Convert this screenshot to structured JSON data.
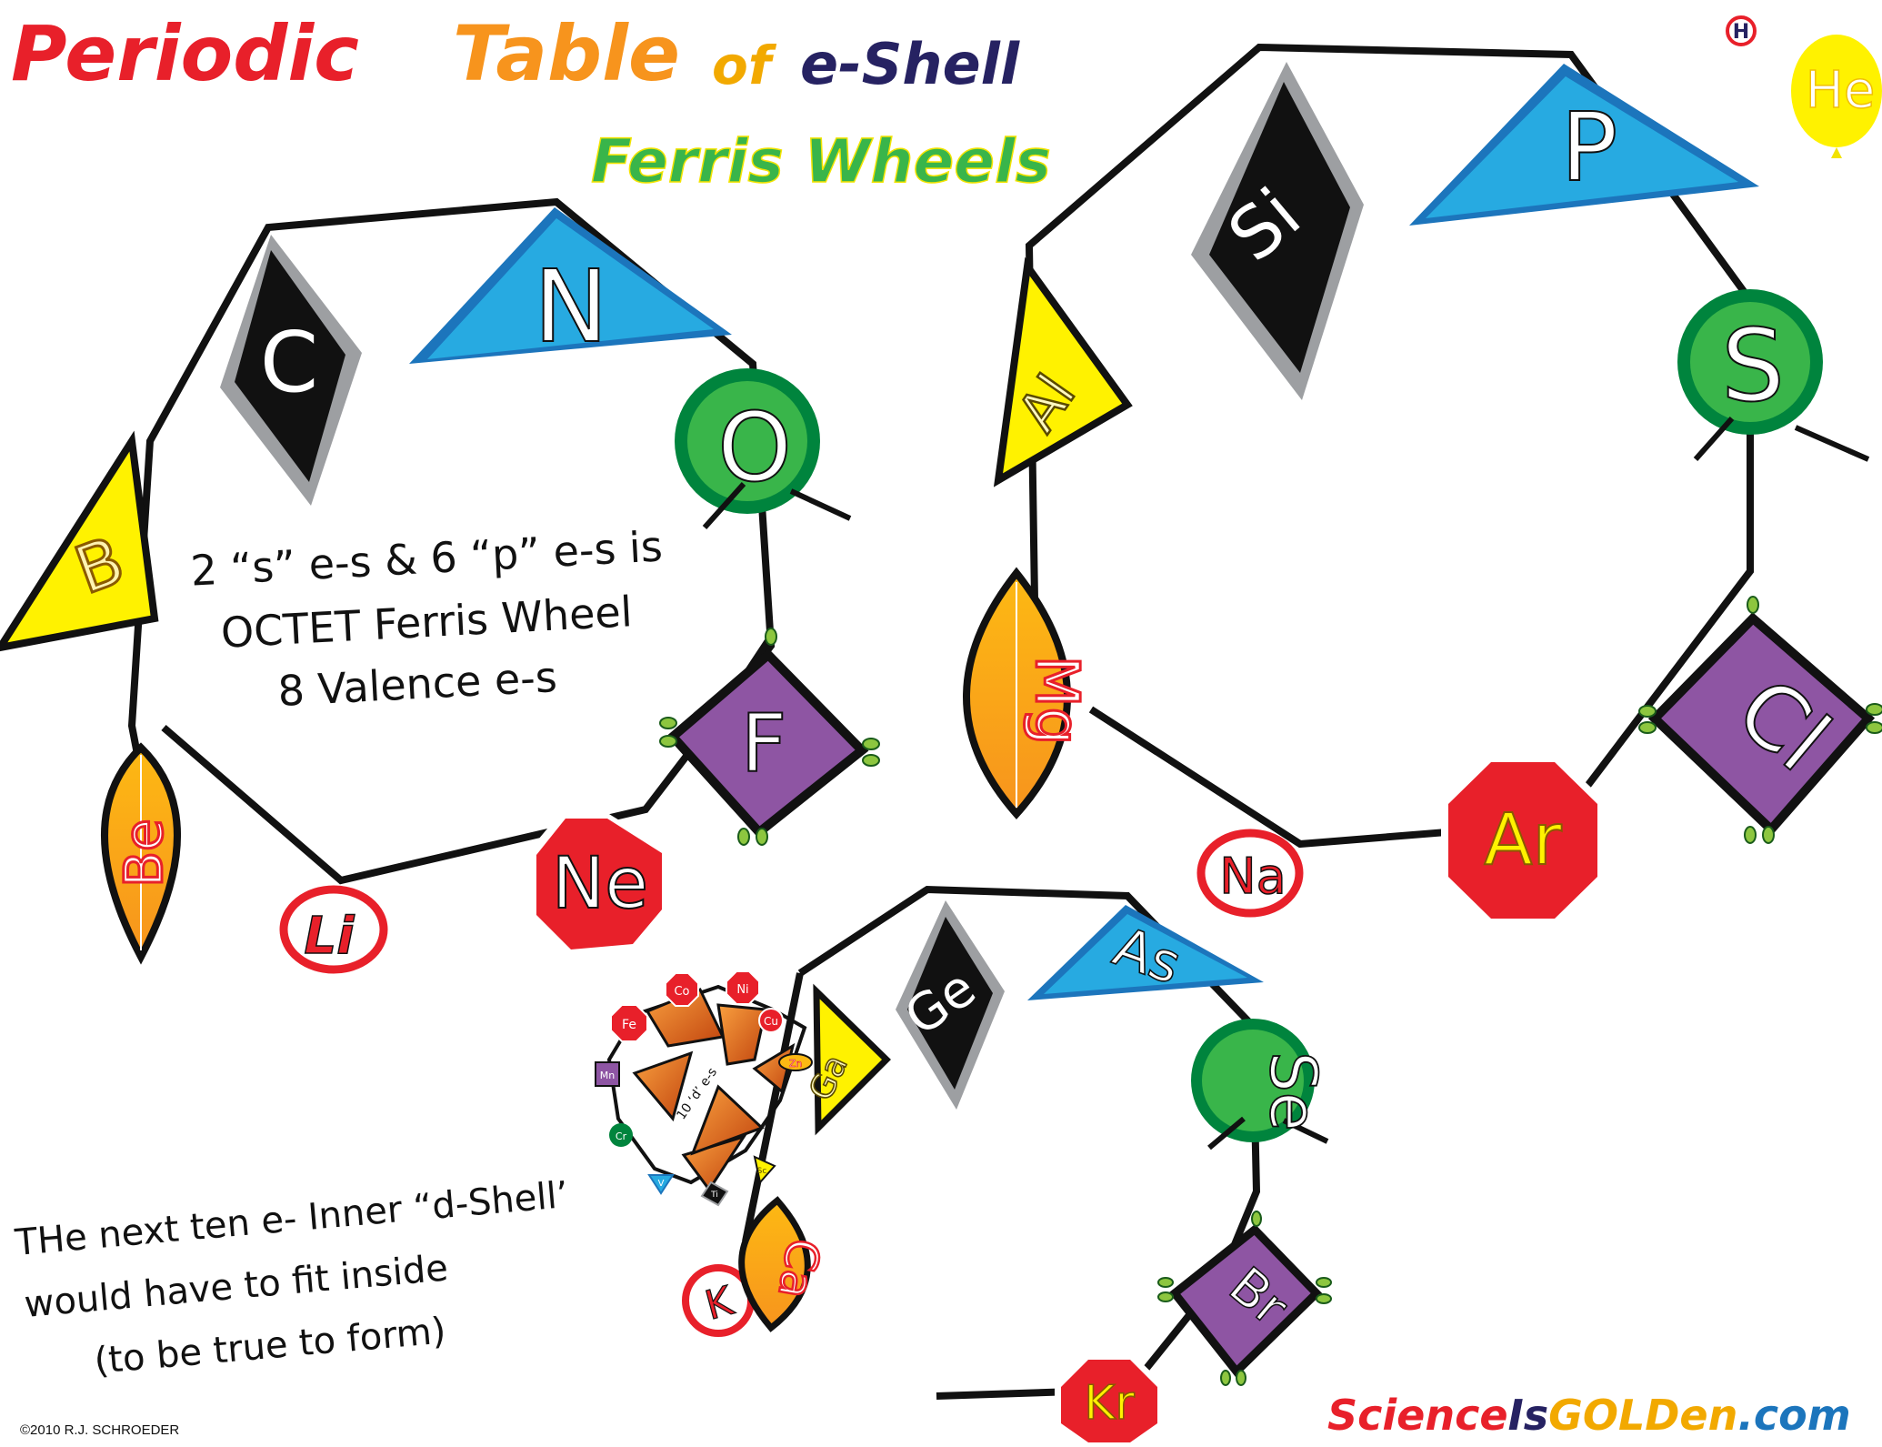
{
  "title": {
    "word1": "Periodic",
    "word2": "Table",
    "word3": "of",
    "word4": "e-Shell",
    "line2": "Ferris Wheels"
  },
  "corner_elements": {
    "h": "H",
    "he": "He"
  },
  "wheel1": {
    "elements": {
      "li": "Li",
      "be": "Be",
      "b": "B",
      "c": "C",
      "n": "N",
      "o": "O",
      "f": "F",
      "ne": "Ne"
    },
    "note_lines": [
      "2 “s” e-s & 6 “p” e-s is",
      "OCTET Ferris Wheel",
      "8 Valence  e-s"
    ]
  },
  "wheel2": {
    "elements": {
      "na": "Na",
      "mg": "Mg",
      "al": "Al",
      "si": "Si",
      "p": "P",
      "s": "S",
      "cl": "Cl",
      "ar": "Ar"
    }
  },
  "wheel3": {
    "elements": {
      "k": "K",
      "ca": "Ca",
      "ga": "Ga",
      "ge": "Ge",
      "as": "As",
      "se": "Se",
      "br": "Br",
      "kr": "Kr"
    },
    "d_shell": {
      "elements": {
        "sc": "Sc",
        "ti": "Ti",
        "v": "V",
        "cr": "Cr",
        "mn": "Mn",
        "fe": "Fe",
        "co": "Co",
        "ni": "Ni",
        "cu": "Cu",
        "zn": "Zn"
      },
      "center_label": "10 ‘d’ e-s"
    },
    "note_lines": [
      "THe next ten e- Inner “d-Shell’",
      "would have to fit inside",
      "(to be true to form)"
    ]
  },
  "copyright": "©2010 R.J. SCHROEDER",
  "site": {
    "part1": "Science",
    "part2": "Is",
    "part3": "GOLDen",
    "part4": ".com"
  },
  "colors": {
    "red": "#e8202a",
    "orange": "#f7941d",
    "gold": "#f2a900",
    "navy": "#262262",
    "green": "#39b54a",
    "dark_green": "#00843d",
    "blue": "#1c75bc",
    "light_blue": "#27aae1",
    "yellow": "#fff200",
    "purple": "#8e55a3",
    "black": "#111111",
    "grey": "#9d9fa2"
  }
}
